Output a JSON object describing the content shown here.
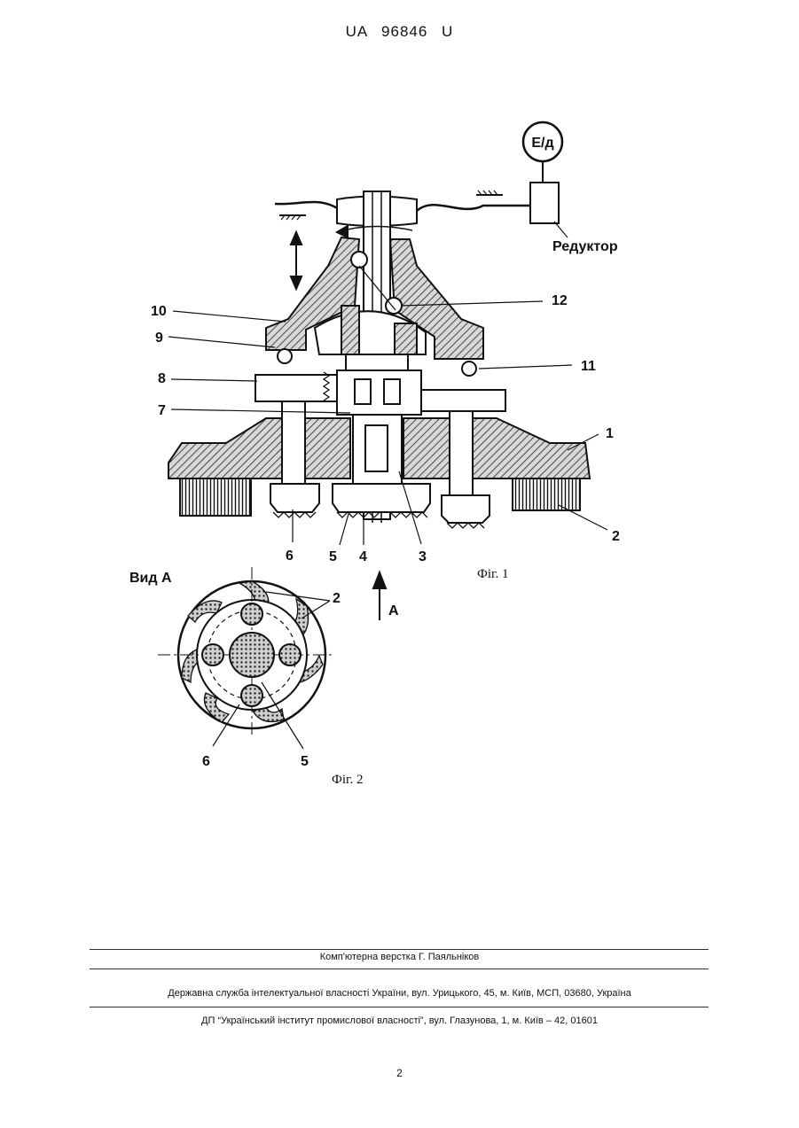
{
  "header": {
    "doc_number": "UA   96846   U"
  },
  "figure1": {
    "caption": "Фіг. 1",
    "motor_label": "Е/д",
    "gearbox_label": "Редуктор",
    "view_arrow_label": "А",
    "callouts": [
      "1",
      "2",
      "3",
      "4",
      "5",
      "6",
      "7",
      "8",
      "9",
      "10",
      "11",
      "12"
    ]
  },
  "figure2": {
    "title": "Вид А",
    "caption": "Фіг. 2",
    "callouts": [
      "2",
      "6",
      "5"
    ]
  },
  "footer": {
    "layout_credit": "Комп'ютерна верстка Г. Паяльніков",
    "agency": "Державна служба інтелектуальної власності України, вул. Урицького, 45, м. Київ, МСП, 03680, Україна",
    "institute": "ДП “Український інститут промислової власності”, вул. Глазунова, 1, м. Київ – 42, 01601"
  },
  "page_number": "2"
}
